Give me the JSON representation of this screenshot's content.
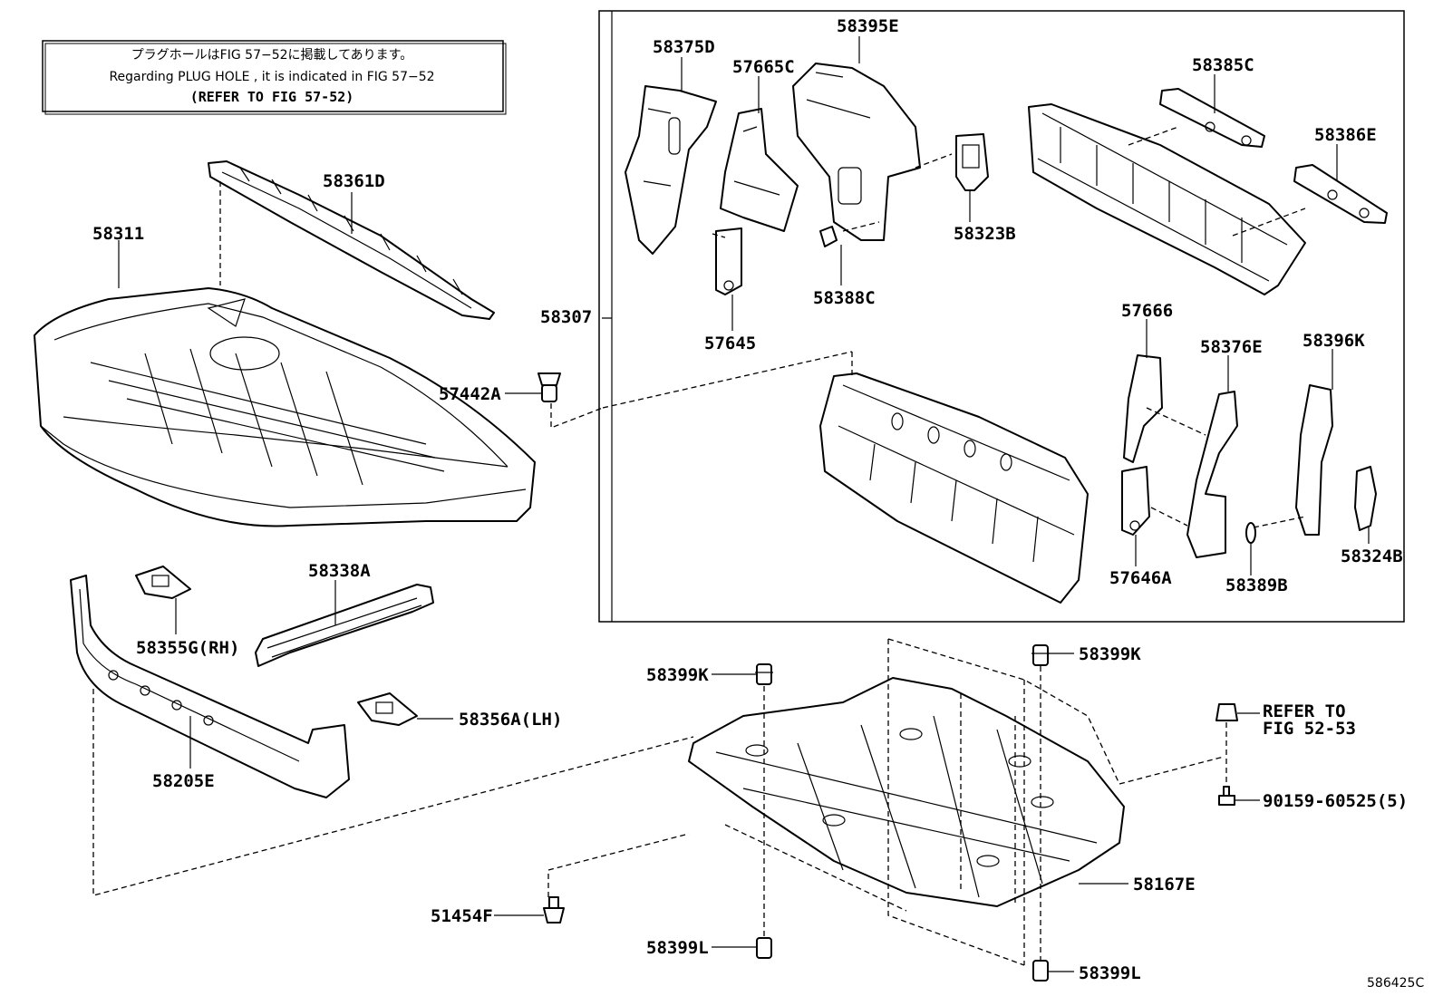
{
  "diagram": {
    "figure_id": "586425C",
    "note": {
      "japanese": "プラグホールはFIG 57−52に掲載してあります。",
      "english": "Regarding PLUG HOLE , it is indicated in FIG 57−52",
      "refer": "(REFER TO FIG 57-52)"
    },
    "refer_to": {
      "line1": "REFER TO",
      "line2": "FIG 52-53"
    },
    "parts": {
      "p58311": "58311",
      "p58361D": "58361D",
      "p58307": "58307",
      "p57442A": "57442A",
      "p58375D": "58375D",
      "p57665C": "57665C",
      "p58395E": "58395E",
      "p58323B": "58323B",
      "p58388C": "58388C",
      "p57645": "57645",
      "p58385C": "58385C",
      "p58386E": "58386E",
      "p57666": "57666",
      "p58376E": "58376E",
      "p58396K": "58396K",
      "p57646A": "57646A",
      "p58389B": "58389B",
      "p58324B": "58324B",
      "p58338A": "58338A",
      "p58355G": "58355G(RH)",
      "p58356A": "58356A(LH)",
      "p58205E": "58205E",
      "p58399K_a": "58399K",
      "p58399K_b": "58399K",
      "p58399L_a": "58399L",
      "p58399L_b": "58399L",
      "p51454F": "51454F",
      "p58167E": "58167E",
      "p90159": "90159-60525(5)"
    }
  }
}
